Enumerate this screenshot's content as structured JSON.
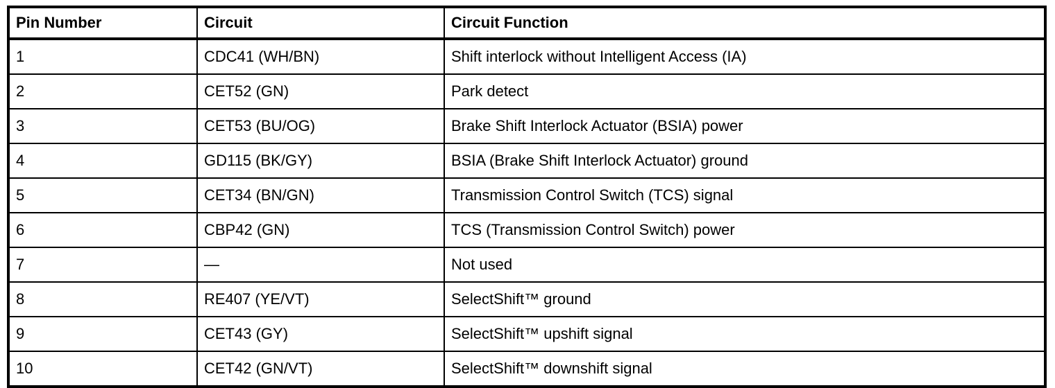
{
  "table": {
    "columns": [
      {
        "key": "pin",
        "label": "Pin Number"
      },
      {
        "key": "circuit",
        "label": "Circuit"
      },
      {
        "key": "function",
        "label": "Circuit Function"
      }
    ],
    "rows": [
      {
        "pin": "1",
        "circuit": "CDC41 (WH/BN)",
        "function": "Shift interlock without Intelligent Access (IA)"
      },
      {
        "pin": "2",
        "circuit": "CET52 (GN)",
        "function": "Park detect"
      },
      {
        "pin": "3",
        "circuit": "CET53 (BU/OG)",
        "function": "Brake Shift Interlock Actuator (BSIA) power"
      },
      {
        "pin": "4",
        "circuit": "GD115 (BK/GY)",
        "function": "BSIA (Brake Shift Interlock Actuator) ground"
      },
      {
        "pin": "5",
        "circuit": "CET34 (BN/GN)",
        "function": "Transmission Control Switch (TCS) signal"
      },
      {
        "pin": "6",
        "circuit": "CBP42 (GN)",
        "function": "TCS (Transmission Control Switch) power"
      },
      {
        "pin": "7",
        "circuit": "—",
        "function": "Not used"
      },
      {
        "pin": "8",
        "circuit": "RE407 (YE/VT)",
        "function": "SelectShift™ ground"
      },
      {
        "pin": "9",
        "circuit": "CET43 (GY)",
        "function": "SelectShift™ upshift signal"
      },
      {
        "pin": "10",
        "circuit": "CET42 (GN/VT)",
        "function": "SelectShift™ downshift signal"
      }
    ],
    "colors": {
      "border": "#000000",
      "background": "#ffffff",
      "text": "#000000"
    }
  }
}
